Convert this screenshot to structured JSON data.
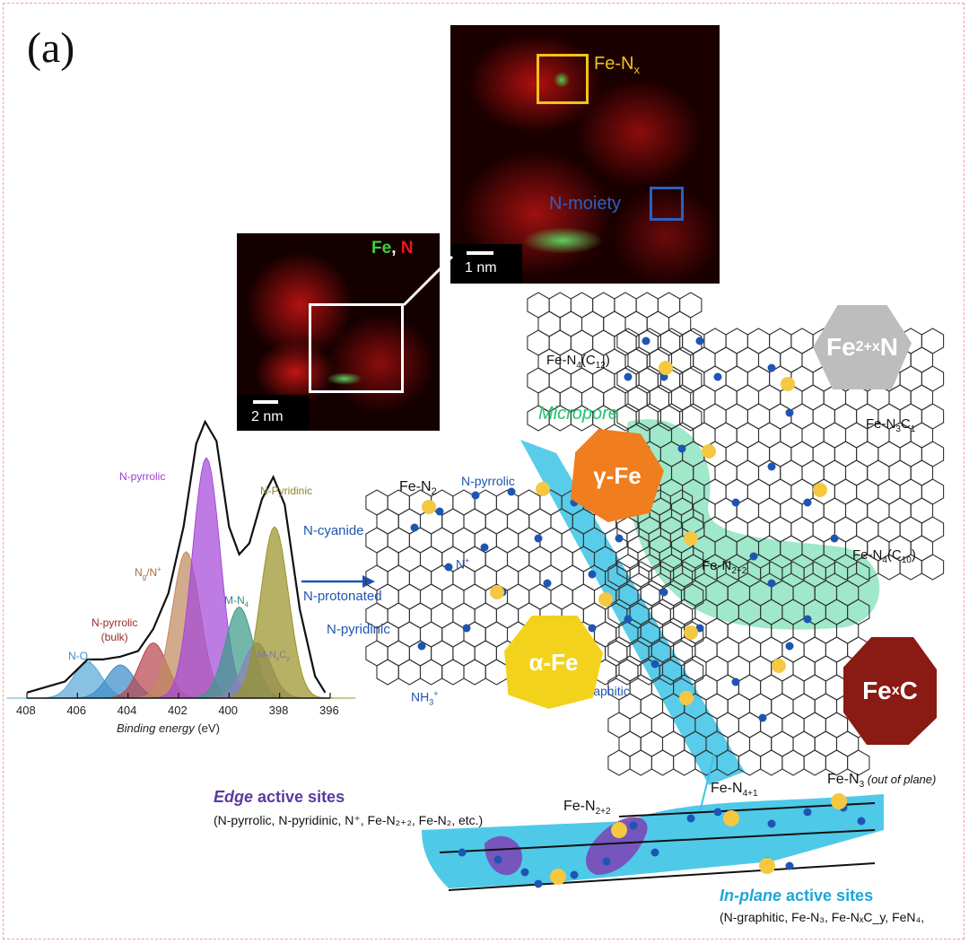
{
  "panel_label": "(a)",
  "stem_main": {
    "label_fenx": "Fe-N",
    "label_fenx_sub": "x",
    "label_nmoiety": "N-moiety",
    "scalebar": "1 nm"
  },
  "stem_small": {
    "legend_fe": "Fe",
    "legend_sep": ", ",
    "legend_n": "N",
    "scalebar": "2 nm"
  },
  "xps": {
    "peaks": {
      "npyrrolic": "N-pyrrolic",
      "npyridinic": "N-Pyridinic",
      "ng_pre": "N",
      "ng_sub": "g",
      "ng_post": "/N",
      "ng_sup": "+",
      "mn4_pre": "M-N",
      "mn4_sub": "4",
      "nox_pre": "N-O",
      "nox_sub": "x",
      "npyrrolic_bulk_1": "N-pyrrolic",
      "npyrrolic_bulk_2": "(bulk)",
      "mnxcy_pre": "M-N",
      "mnxcy_sub1": "x",
      "mnxcy_mid": "C",
      "mnxcy_sub2": "y"
    },
    "xlabel_italic": "Binding energy",
    "xlabel_unit": " (eV)",
    "x_ticks": [
      "408",
      "406",
      "404",
      "402",
      "400",
      "398",
      "396"
    ]
  },
  "chart_data": {
    "type": "line",
    "title": "",
    "xlabel": "Binding energy (eV)",
    "ylabel": "",
    "xlim": [
      408,
      396
    ],
    "x_ticks": [
      408,
      406,
      404,
      402,
      400,
      398,
      396
    ],
    "series": [
      {
        "name": "N-Ox",
        "center": 405.6,
        "height": 0.13,
        "color": "#5aa9d6"
      },
      {
        "name": "",
        "center": 404.3,
        "height": 0.12,
        "color": "#3d8ec7"
      },
      {
        "name": "N-pyrrolic (bulk)",
        "center": 403.0,
        "height": 0.2,
        "color": "#b9464f"
      },
      {
        "name": "Ng/N+",
        "center": 401.7,
        "height": 0.53,
        "color": "#c08a60"
      },
      {
        "name": "N-pyrrolic",
        "center": 400.9,
        "height": 0.87,
        "color": "#a548d9"
      },
      {
        "name": "M-N4",
        "center": 399.6,
        "height": 0.33,
        "color": "#3d9b8a"
      },
      {
        "name": "M-NxCy",
        "center": 398.9,
        "height": 0.2,
        "color": "#8c82b5"
      },
      {
        "name": "N-Pyridinic",
        "center": 398.2,
        "height": 0.62,
        "color": "#9a9328"
      }
    ],
    "envelope": [
      [
        408,
        0.02
      ],
      [
        406.5,
        0.06
      ],
      [
        405.6,
        0.14
      ],
      [
        405.0,
        0.14
      ],
      [
        404.3,
        0.15
      ],
      [
        403.6,
        0.17
      ],
      [
        403.0,
        0.25
      ],
      [
        402.4,
        0.38
      ],
      [
        401.8,
        0.62
      ],
      [
        401.3,
        0.92
      ],
      [
        400.95,
        1.0
      ],
      [
        400.5,
        0.93
      ],
      [
        400.0,
        0.62
      ],
      [
        399.6,
        0.52
      ],
      [
        399.2,
        0.56
      ],
      [
        398.7,
        0.72
      ],
      [
        398.25,
        0.8
      ],
      [
        397.8,
        0.7
      ],
      [
        397.2,
        0.32
      ],
      [
        396.6,
        0.08
      ],
      [
        396.2,
        0.02
      ]
    ]
  },
  "schematic": {
    "labels": {
      "fe_n2": "Fe-N",
      "fe_n2_sub": "2",
      "n_pyrrolic": "N-pyrrolic",
      "n_cyanide": "N-cyanide",
      "n_plus_pre": "N",
      "n_plus_sup": "+",
      "n_protonated": "N-protonated",
      "n_pyridinic": "N-pyridinic",
      "nh3_pre": "NH",
      "nh3_sub": "3",
      "nh3_sup": "+",
      "n_graphitic": "N-graphitic",
      "micropore": "Micropore",
      "fe_n4_c12": "Fe-N",
      "fe_n4_c12_sub": "4",
      "fe_n4_c12_post": "(C",
      "fe_n4_c12_sub2": "12",
      "fe_n4_c12_end": ")",
      "fe_n3c1": "Fe-N",
      "fe_n3c1_sub": "3",
      "fe_n3c1_mid": "C",
      "fe_n3c1_sub2": "1",
      "fe_n4_c10": "Fe-N",
      "fe_n4_c10_sub": "4",
      "fe_n4_c10_post": "(C",
      "fe_n4_c10_sub2": "10",
      "fe_n4_c10_end": ")",
      "fe_n22": "Fe-N",
      "fe_n22_sub": "2+2"
    },
    "particles": {
      "fe2xn": "Fe",
      "fe2xn_sub": "2+x",
      "fe2xn_post": "N",
      "gamma_fe": "γ-Fe",
      "alpha_fe": "α-Fe",
      "fexc": "Fe",
      "fexc_sub": "x",
      "fexc_post": "C"
    },
    "colors": {
      "fe_site": "#f5c842",
      "n_site": "#1e55b3",
      "micropore": "#7fe0b8",
      "graphitic_band": "#3cc3e6",
      "gamma_fe": "#f07d1e",
      "alpha_fe": "#f3d21c",
      "fexc": "#8a1a14",
      "fe2xn": "#bdbdbd"
    }
  },
  "bottom": {
    "fe_n22": "Fe-N",
    "fe_n22_sub": "2+2",
    "fe_n41": "Fe-N",
    "fe_n41_sub": "4+1",
    "fe_n3": "Fe-N",
    "fe_n3_sub": "3",
    "fe_n3_note": " (out of plane)",
    "edge_title_it": "Edge",
    "edge_title_rest": " active sites",
    "edge_list": "(N-pyrrolic, N-pyridinic, N⁺, Fe-N₂₊₂, Fe-N₂, etc.)",
    "inplane_title_it": "In-plane",
    "inplane_title_rest": " active sites",
    "inplane_list": "(N-graphitic, Fe-N₃, Fe-NₓC_y, FeN₄,"
  }
}
